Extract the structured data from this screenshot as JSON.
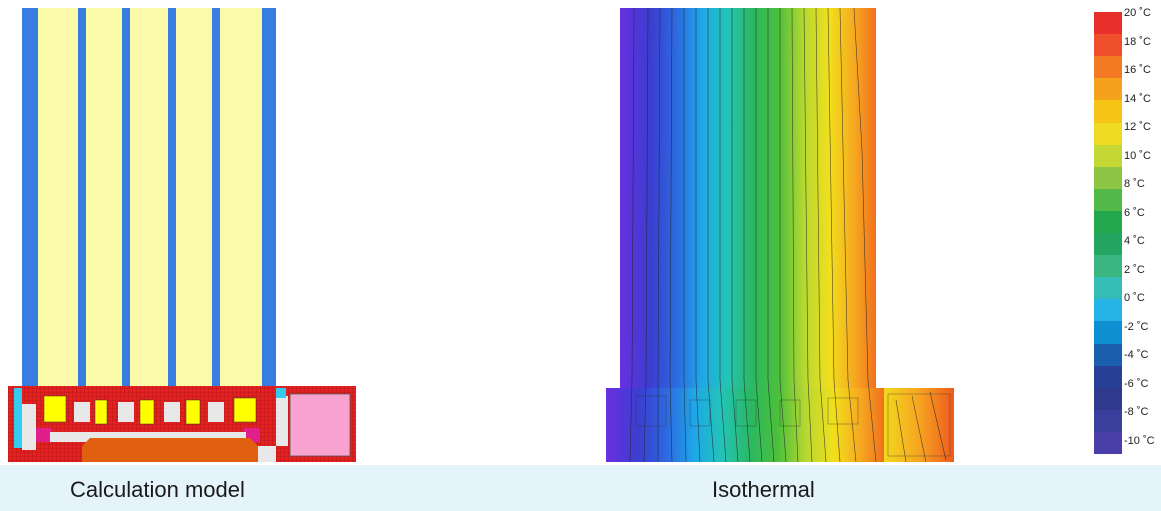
{
  "captions": {
    "left": "Calculation model",
    "right": "Isothermal"
  },
  "legend": {
    "unit": "˚C",
    "ticks": [
      "20",
      "18",
      "16",
      "14",
      "12",
      "10",
      "8",
      "6",
      "4",
      "2",
      "0",
      "-2",
      "-4",
      "-6",
      "-8",
      "-10"
    ],
    "colors": [
      "#e8302a",
      "#ef4f2b",
      "#f37a23",
      "#f6a11c",
      "#f5c414",
      "#eedb22",
      "#c5d735",
      "#8dc644",
      "#52b948",
      "#24a84d",
      "#23a662",
      "#3bb680",
      "#33bdb6",
      "#26b4e6",
      "#0d8fd1",
      "#1a5fae",
      "#283f96",
      "#2f3a8c",
      "#3a3e9c",
      "#4a3ea8"
    ]
  },
  "colors": {
    "insulation": "#fafaa8",
    "glass": "#3a7de0",
    "frame": "#e62020",
    "core": "#ffff00",
    "gasket": "#e01e8c",
    "seal": "#e06010",
    "panel": "#f8a2cf",
    "light": "#e8e8e8",
    "cyan": "#33ccee",
    "caption_bar": "#e5f3fb"
  }
}
